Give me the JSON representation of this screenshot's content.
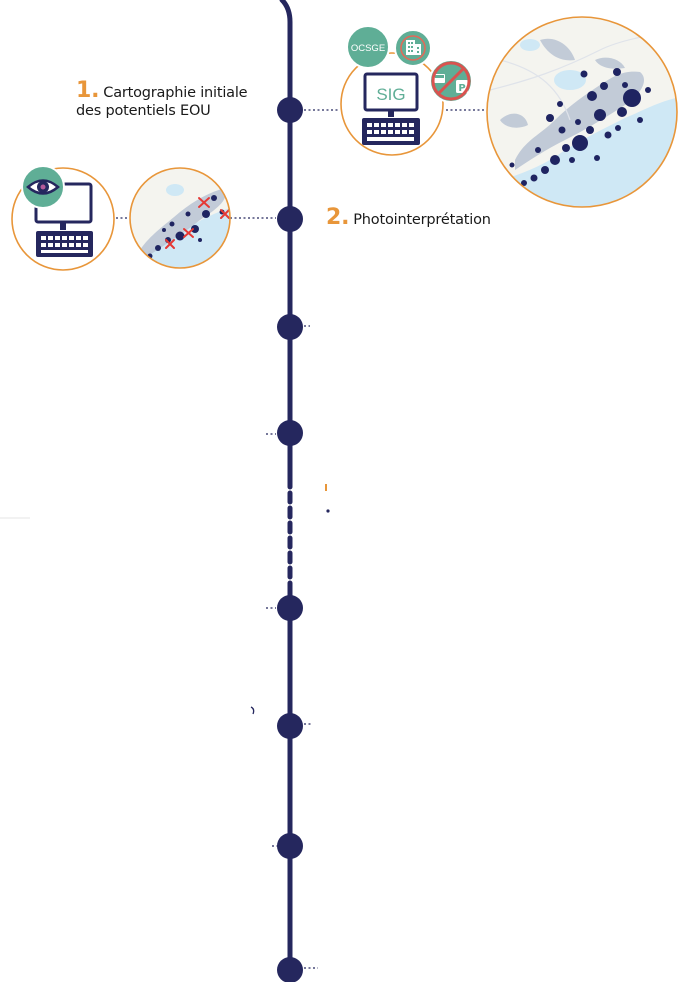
{
  "steps": [
    {
      "number": "1.",
      "line1": "Cartographie initiale",
      "line2": "des potentiels EOU"
    },
    {
      "number": "2.",
      "text": "Photointerprétation"
    }
  ],
  "badges": {
    "ocsge": "OCSGE",
    "sig": "SIG"
  },
  "icons": [
    "ocsge-badge",
    "building-badge-icon",
    "no-parking-icon",
    "computer-icon",
    "eye-icon",
    "map-icon"
  ],
  "colors": {
    "timeline": "#25275e",
    "accent": "#e8963a",
    "teal": "#5fae96",
    "water": "#cfe8f5",
    "nodes": "#1f2461"
  }
}
